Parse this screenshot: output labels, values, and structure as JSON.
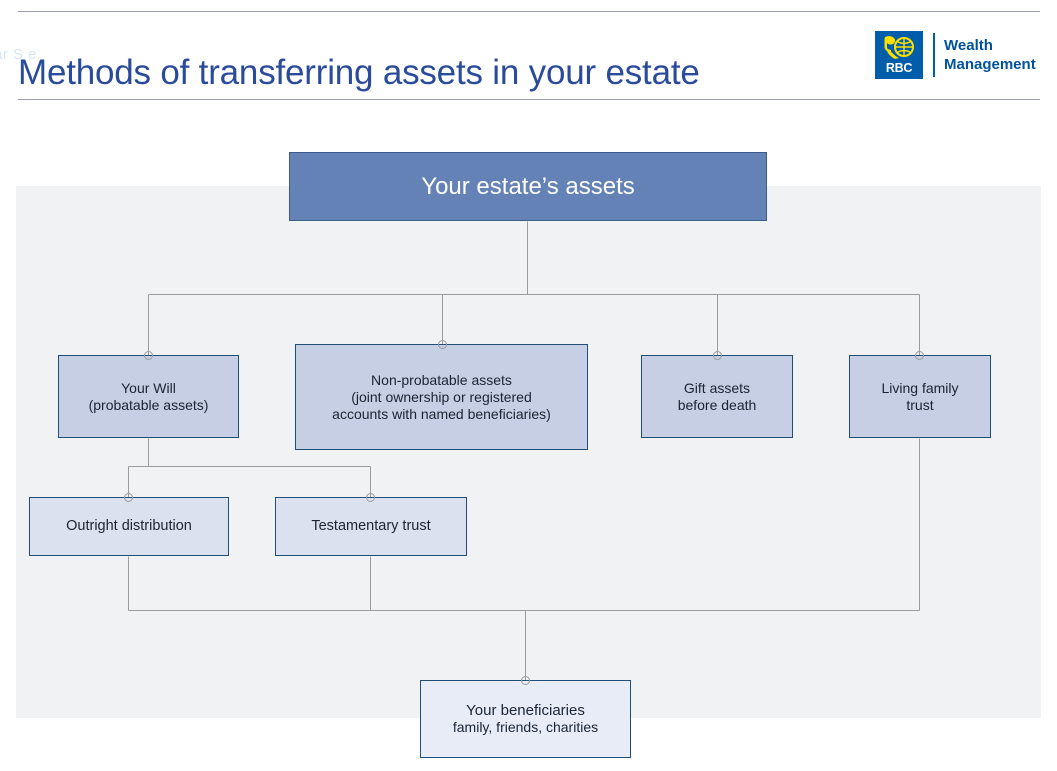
{
  "header": {
    "title": "Methods of transferring assets in your estate",
    "ghost_text": "ar S  e",
    "brand": {
      "mark_text": "RBC",
      "line1": "Wealth",
      "line2": "Management",
      "brand_blue": "#005daa"
    }
  },
  "diagram": {
    "colors": {
      "panel_background": "#f1f2f4",
      "root_fill": "#6482b6",
      "level2_fill": "#c6cfe4",
      "level3_fill": "#dce1f0",
      "beneficiaries_fill": "#e8ecf7",
      "node_border": "#1f4e79",
      "connector": "#9b9b9b",
      "title_blue": "#2a4b9b"
    },
    "nodes": {
      "root": {
        "label": "Your estate’s assets"
      },
      "will": {
        "label": "Your Will",
        "sub": "(probatable assets)"
      },
      "nonprobatable": {
        "label": "Non-probatable assets",
        "sub1": "(joint ownership or registered",
        "sub2": "accounts with named beneficiaries)"
      },
      "gift": {
        "label": "Gift assets",
        "sub": "before death"
      },
      "living_trust": {
        "label": "Living family",
        "sub": "trust"
      },
      "outright": {
        "label": "Outright distribution"
      },
      "testamentary": {
        "label": "Testamentary trust"
      },
      "beneficiaries": {
        "label": "Your beneficiaries",
        "sub": "family, friends, charities"
      }
    }
  }
}
